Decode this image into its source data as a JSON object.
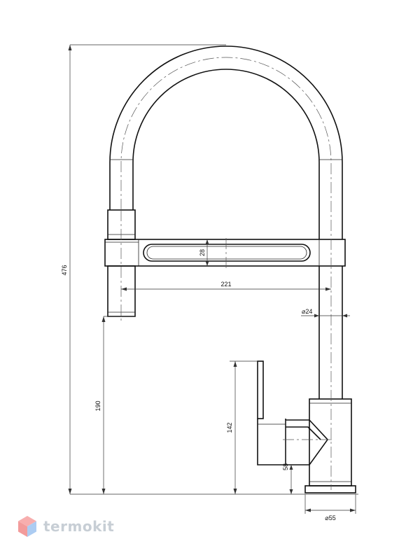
{
  "dimensions": {
    "total_height": "476",
    "spout_height": "190",
    "reach": "221",
    "handle_height": "142",
    "base_offset": "58",
    "spout_diameter": "⌀24",
    "base_diameter": "⌀55",
    "bar_slot": "28"
  },
  "watermark": {
    "brand": "termokit",
    "logo_icon": "hexagon-cube-icon",
    "colors": {
      "top": "#f26c6c",
      "left": "#e84a4a",
      "right": "#6aa3e8",
      "text": "#9aa7b3"
    }
  }
}
